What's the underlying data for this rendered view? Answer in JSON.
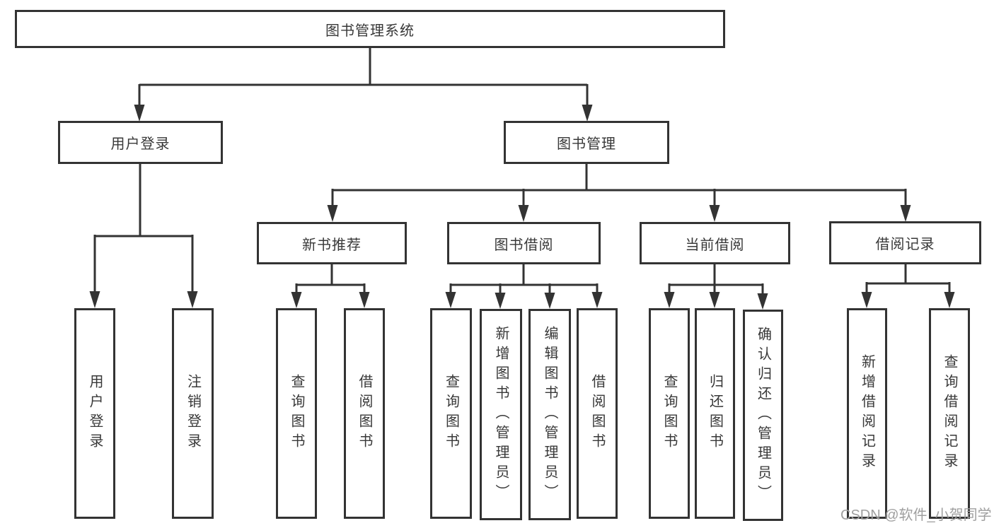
{
  "tree": {
    "root": {
      "label": "图书管理系统"
    },
    "branches": [
      {
        "label": "用户登录",
        "children": [
          {
            "label": "用户登录"
          },
          {
            "label": "注销登录"
          }
        ]
      },
      {
        "label": "图书管理",
        "children": [
          {
            "label": "新书推荐",
            "children": [
              {
                "label": "查询图书"
              },
              {
                "label": "借阅图书"
              }
            ]
          },
          {
            "label": "图书借阅",
            "children": [
              {
                "label": "查询图书"
              },
              {
                "label": "新增图书（管理员）"
              },
              {
                "label": "编辑图书（管理员）"
              },
              {
                "label": "借阅图书"
              }
            ]
          },
          {
            "label": "当前借阅",
            "children": [
              {
                "label": "查询图书"
              },
              {
                "label": "归还图书"
              },
              {
                "label": "确认归还（管理员）"
              }
            ]
          },
          {
            "label": "借阅记录",
            "children": [
              {
                "label": "新增借阅记录"
              },
              {
                "label": "查询借阅记录"
              }
            ]
          }
        ]
      }
    ]
  },
  "watermark": {
    "text": "CSDN @软件_小贺同学"
  },
  "colors": {
    "line": "#333333",
    "text": "#383838",
    "watermark_text": "#9f9f9f",
    "background": "#ffffff"
  }
}
